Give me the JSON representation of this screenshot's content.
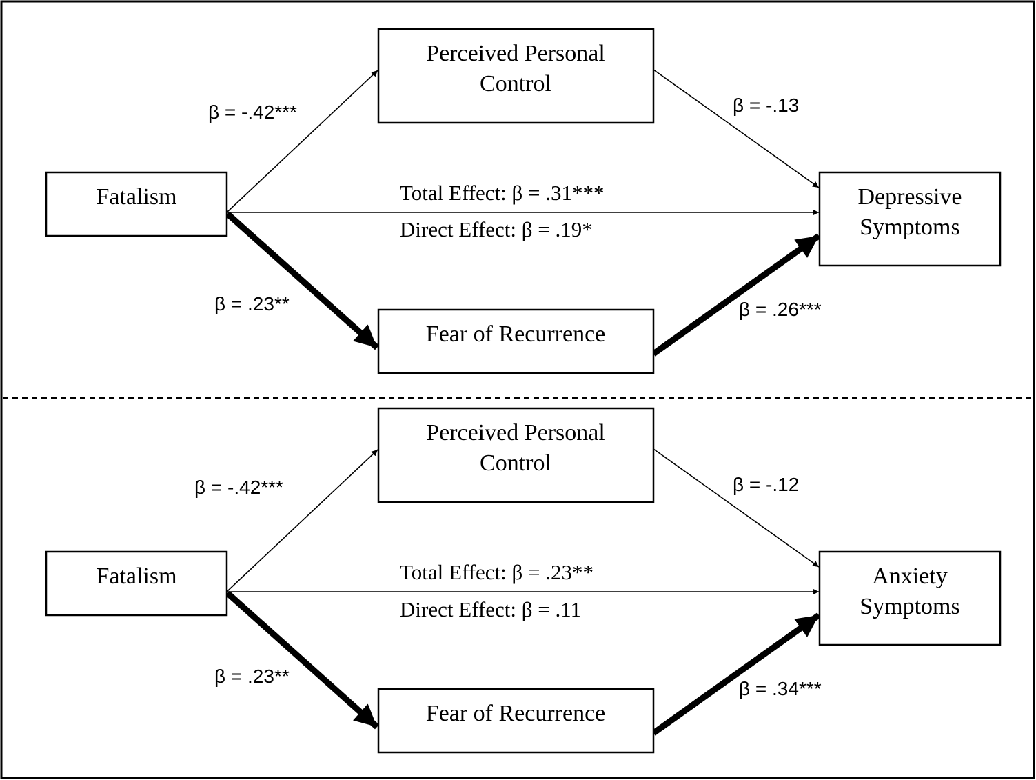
{
  "panels": [
    {
      "nodes": {
        "predictor": "Fatalism",
        "mediator_top": [
          "Perceived Personal",
          "Control"
        ],
        "mediator_bottom": "Fear of Recurrence",
        "outcome": [
          "Depressive",
          "Symptoms"
        ]
      },
      "paths": {
        "predictor_to_top": "β = -.42***",
        "top_to_outcome": "β = -.13",
        "total_effect": "Total Effect: β = .31***",
        "direct_effect": "Direct Effect: β = .19*",
        "predictor_to_bottom": "β = .23**",
        "bottom_to_outcome": "β = .26***"
      }
    },
    {
      "nodes": {
        "predictor": "Fatalism",
        "mediator_top": [
          "Perceived Personal",
          "Control"
        ],
        "mediator_bottom": "Fear of Recurrence",
        "outcome": [
          "Anxiety",
          "Symptoms"
        ]
      },
      "paths": {
        "predictor_to_top": "β = -.42***",
        "top_to_outcome": "β = -.12",
        "total_effect": "Total Effect: β = .23**",
        "direct_effect": "Direct Effect: β = .11",
        "predictor_to_bottom": "β = .23**",
        "bottom_to_outcome": "β = .34***"
      }
    }
  ]
}
